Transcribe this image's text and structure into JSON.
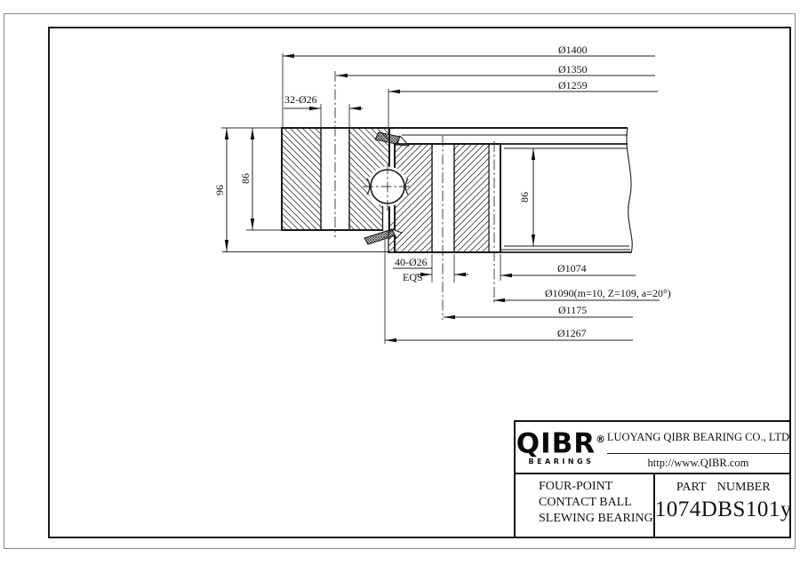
{
  "meta": {
    "type": "engineering-drawing",
    "view": "slewing-bearing-cross-section"
  },
  "dimensions": {
    "outer_diameter": "Ø1400",
    "outer_bolt_circle": "Ø1350",
    "upper_raceway": "Ø1259",
    "outer_ring_holes": "32-Ø26",
    "total_height": "96",
    "outer_ring_height": "86",
    "bore_inner_height": "86",
    "inner_ring_holes": "40-Ø26",
    "inner_holes_note": "EQS",
    "bore_diameter": "Ø1074",
    "gear_data": "Ø1090(m=10, Z=109, a=20°)",
    "inner_bolt_circle": "Ø1175",
    "lower_raceway": "Ø1267"
  },
  "title_block": {
    "logo_text": "QIBR",
    "logo_registered": "®",
    "logo_subtext": "BEARINGS",
    "company": "LUOYANG QIBR BEARING CO., LTD",
    "website": "http://www.QIBR.com",
    "product_line1": "FOUR-POINT",
    "product_line2": "CONTACT BALL",
    "product_line3": "SLEWING BEARING",
    "part_label": "PART NUMBER",
    "part_number": "1074DBS101y"
  },
  "colors": {
    "line": "#1a1a1a",
    "thin_line": "#333333",
    "border_gray": "#8a8a8a",
    "background": "#ffffff"
  }
}
